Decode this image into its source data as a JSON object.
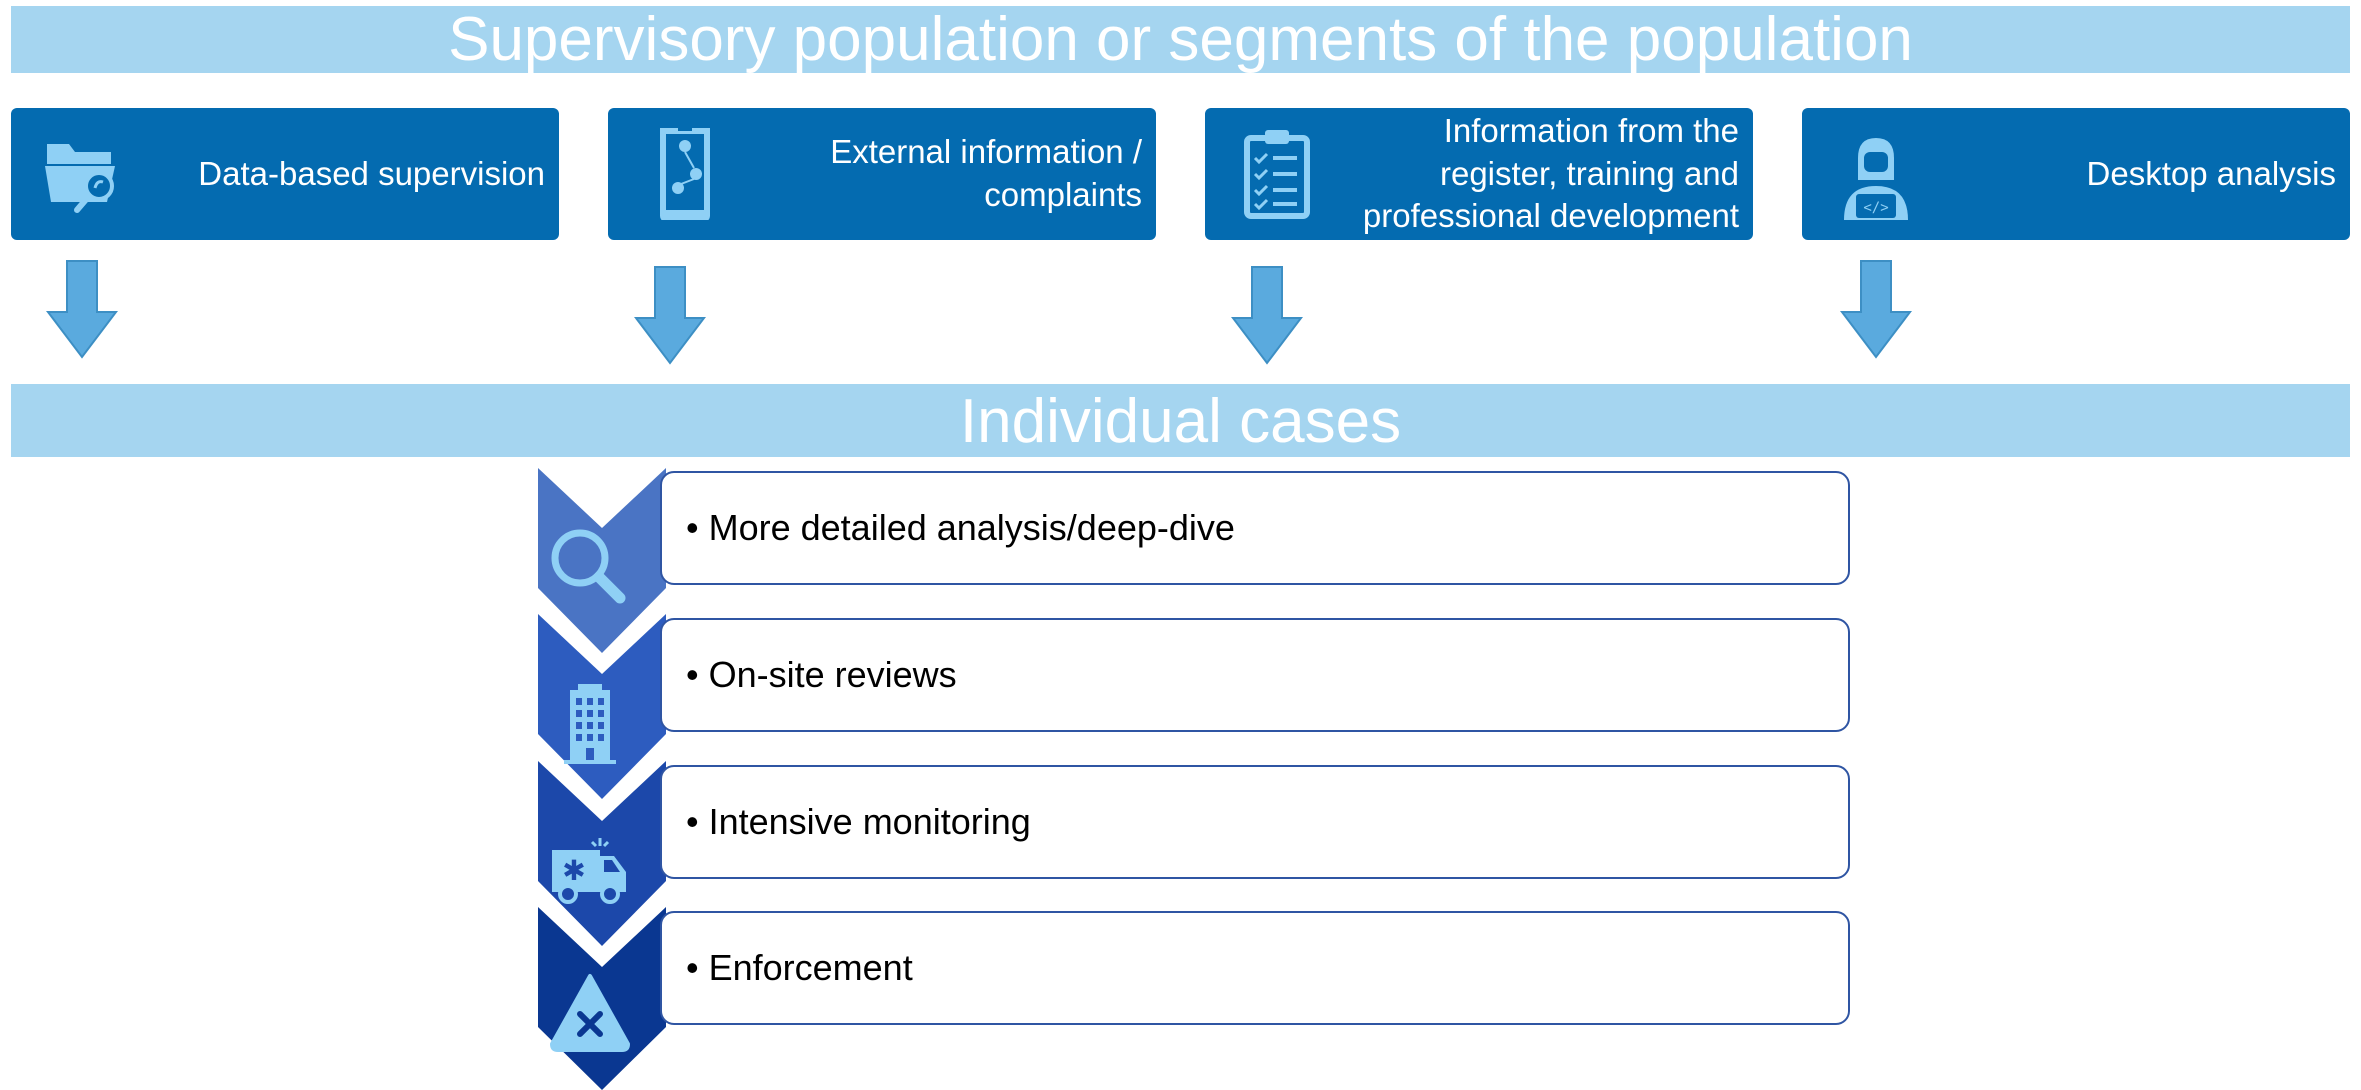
{
  "title": "Supervisory population or segments of the population",
  "sources": [
    {
      "label": "Data-based supervision",
      "icon": "folder-search-icon"
    },
    {
      "label": "External information / complaints",
      "icon": "smartphone-network-icon"
    },
    {
      "label": "Information from the register, training and professional development",
      "icon": "clipboard-checklist-icon"
    },
    {
      "label": "Desktop analysis",
      "icon": "person-laptop-icon"
    }
  ],
  "cases_title": "Individual cases",
  "actions": [
    {
      "label": "• More detailed analysis/deep-dive",
      "icon": "magnifier-icon"
    },
    {
      "label": "• On-site reviews",
      "icon": "office-building-icon"
    },
    {
      "label": "• Intensive monitoring",
      "icon": "ambulance-icon"
    },
    {
      "label": "• Enforcement",
      "icon": "warning-triangle-x-icon"
    }
  ],
  "colors": {
    "banner": "#a5d5f0",
    "source_box": "#046bb0",
    "arrow": "#5aaade",
    "icon_light": "#8fd0f5",
    "chevrons": [
      "#4a74c4",
      "#2d5cbf",
      "#1c48aa",
      "#0a3791"
    ],
    "action_border": "#2f55a3"
  }
}
